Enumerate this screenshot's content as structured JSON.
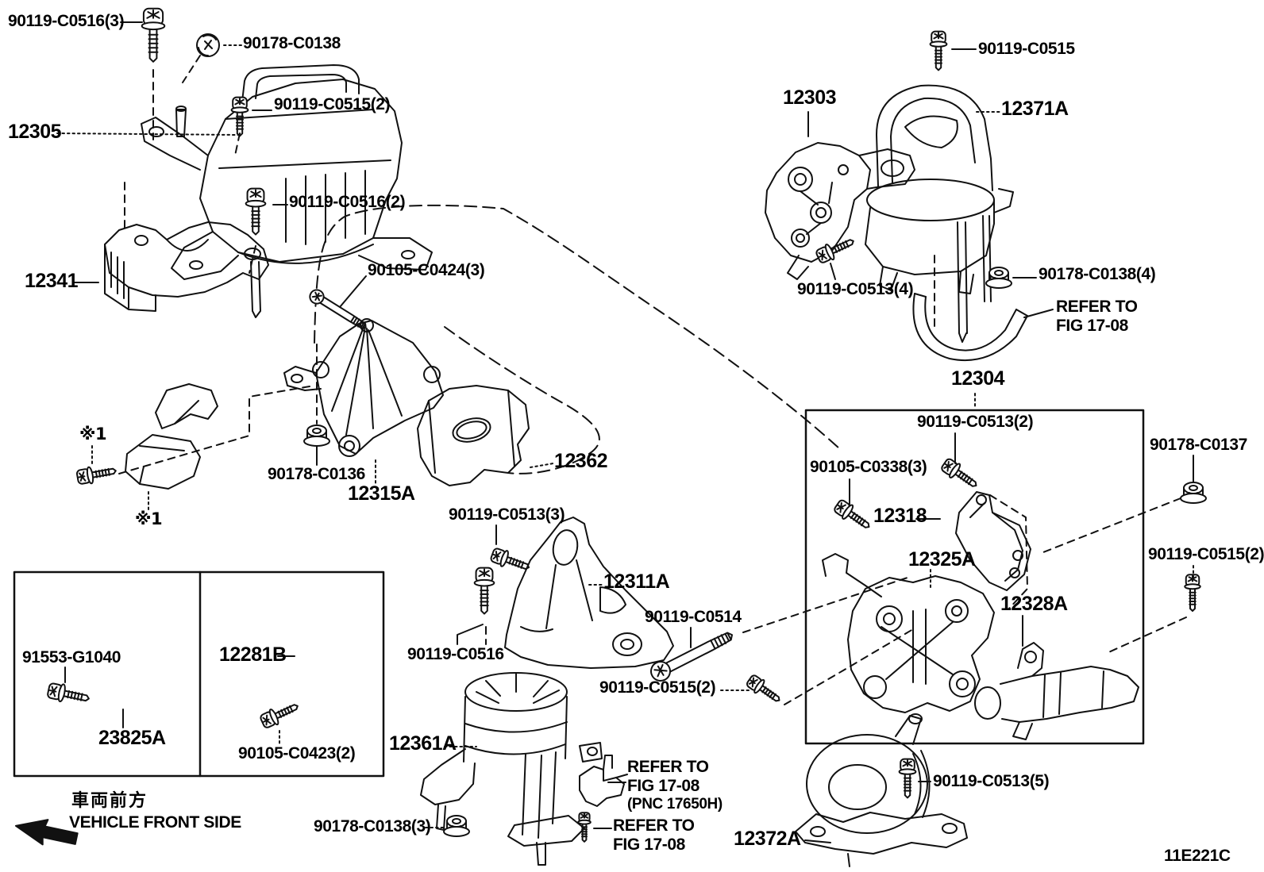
{
  "figure": {
    "code": "11E221C",
    "direction_jp": "車両前方",
    "direction_en": "VEHICLE FRONT SIDE"
  },
  "labels": {
    "c0516_3": "90119-C0516(3)",
    "c0138": "90178-C0138",
    "c0515_2": "90119-C0515(2)",
    "p12305": "12305",
    "c0516_2": "90119-C0516(2)",
    "p12341": "12341",
    "c0424_3": "90105-C0424(3)",
    "ref1": "※1",
    "c0136": "90178-C0136",
    "p12315a": "12315A",
    "p12362": "12362",
    "c0513_3": "90119-C0513(3)",
    "p12311a": "12311A",
    "c0516": "90119-C0516",
    "c0514": "90119-C0514",
    "p12361a": "12361A",
    "refer_to": "REFER TO",
    "fig_17_08": "FIG 17-08",
    "pnc": "(PNC 17650H)",
    "c0138_3": "90178-C0138(3)",
    "p12372a": "12372A",
    "c0513_5": "90119-C0513(5)",
    "c0515": "90119-C0515",
    "p12303": "12303",
    "p12371a": "12371A",
    "c0513_4": "90119-C0513(4)",
    "c0138_4": "90178-C0138(4)",
    "p12304": "12304",
    "c0513_2": "90119-C0513(2)",
    "c0137": "90178-C0137",
    "c0338_3": "90105-C0338(3)",
    "p12318": "12318",
    "p12325a": "12325A",
    "p12328a": "12328A",
    "g1040": "91553-G1040",
    "p23825a": "23825A",
    "p12281b": "12281B",
    "c0423_2": "90105-C0423(2)"
  },
  "colors": {
    "ink": "#111111",
    "background": "#ffffff"
  }
}
